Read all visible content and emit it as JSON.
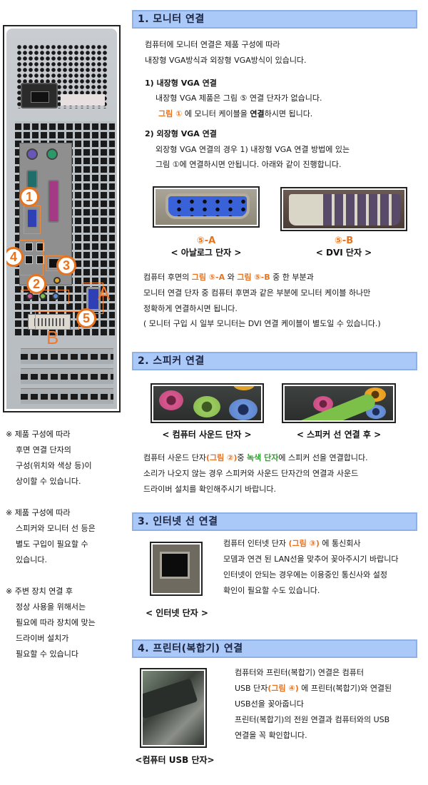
{
  "left_panel": {
    "image_alt": "컴퓨터 후면 연결 단자 사진",
    "badges": [
      "1",
      "2",
      "3",
      "4",
      "5"
    ],
    "letters": [
      "A",
      "B"
    ],
    "notes": [
      {
        "lines": [
          "※ 제품 구성에 따라",
          "후면 연결 단자의",
          "구성(위치와 색상 등)이",
          "상이할 수 있습니다."
        ]
      },
      {
        "lines": [
          "※ 제품 구성에 따라",
          "스피커와 모니터 선 등은",
          "별도 구입이 필요할 수",
          "있습니다."
        ]
      },
      {
        "lines": [
          "※ 주변 장치 연결 후",
          "정상 사용을 위해서는",
          "필요에 따라 장치에 맞는",
          "드라이버 설치가",
          "필요할 수 있습니다"
        ]
      }
    ]
  },
  "sections": {
    "monitor": {
      "title": "1. 모니터 연결",
      "intro": [
        "컴퓨터에 모니터 연결은 제품 구성에 따라",
        "내장형 VGA방식과 외장형 VGA방식이 있습니다."
      ],
      "internal": {
        "heading": "1) 내장형 VGA 연결",
        "line1": "내장형 VGA 제품은 그림 ⑤ 연결 단자가 없습니다.",
        "line2_highlight": "그림 ①",
        "line2_mid": " 에 모니터 케이블을 ",
        "line2_bold": "연결",
        "line2_end": "하시면 됩니다."
      },
      "external": {
        "heading": "2) 외장형 VGA 연결",
        "line1": "외장형 VGA 연결의 경우 1) 내장형 VGA 연결 방법에 있는",
        "line2": "그림 ①에 연결하시면 안됩니다. 아래와 같이 진행합니다."
      },
      "figures": [
        {
          "label": "⑤-A",
          "caption": "< 아날로그 단자 >"
        },
        {
          "label": "⑤-B",
          "caption": "< DVI 단자 >"
        }
      ],
      "body": {
        "l1_a": "컴퓨터 후면의 ",
        "l1_h1": "그림 ⑤-A",
        "l1_b": " 와 ",
        "l1_h2": "그림 ⑤-B",
        "l1_c": "  중 한 부분과",
        "l2": "모니터 연결 단자 중 컴퓨터 후면과 같은 부분에 모니터 케이블 하나만",
        "l3": "정확하게 연결하시면 됩니다.",
        "l4": "( 모니터 구입 시 일부 모니터는 DVI 연결 케이블이 별도일 수 있습니다.)"
      }
    },
    "speaker": {
      "title": "2. 스피커 연결",
      "figures": [
        {
          "caption": "< 컴퓨터 사운드 단자 >"
        },
        {
          "caption": "< 스피커 선 연결 후 >"
        }
      ],
      "body": {
        "l1_a": "컴퓨터 사운드 단자",
        "l1_h": "(그림 ②)",
        "l1_b": "중 ",
        "l1_g": "녹색 단자",
        "l1_c": "에 스피커 선을 연결합니다.",
        "l2": "소리가 나오지 않는 경우 스피커와 사운드 단자간의 연결과 사운드",
        "l3": "드라이버 설치를 확인해주시기 바랍니다."
      }
    },
    "internet": {
      "title": "3. 인터넷 선 연결",
      "figure_caption": "< 인터넷 단자 >",
      "body": {
        "l1_a": "컴퓨터 인터넷 단자 ",
        "l1_h": "(그림 ③)",
        "l1_b": " 에 통신회사",
        "l2": "모뎀과 연견 된 LAN선을 맞추어 꽂아주시기 바랍니다",
        "l3": "인터넷이 안되는 경우에는 이용중인 통신사와 설정",
        "l4": "확인이 필요할 수도 있습니다."
      }
    },
    "printer": {
      "title": "4. 프린터(복합기) 연결",
      "figure_caption": "<컴퓨터 USB 단자>",
      "body": {
        "l1": "컴퓨터와 프린터(복합기) 연결은 컴퓨터",
        "l2_a": "USB 단자",
        "l2_h": "(그림 ④)",
        "l2_b": " 에 프린터(복합기)와 연결된",
        "l3": "USB선을 꽂아줍니다",
        "l4": "프린터(복합기)의 전원 연결과 컴퓨터와의 USB",
        "l5": "연결을 꼭 확인합니다."
      }
    }
  },
  "colors": {
    "heading_bg": "#aac8f8",
    "heading_border": "#8eb0e6",
    "accent_orange": "#e8731e",
    "accent_green": "#2ea02e"
  }
}
